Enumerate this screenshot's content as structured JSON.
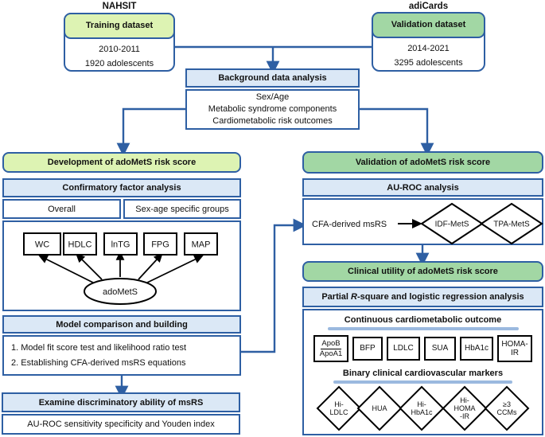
{
  "datasets": {
    "training": {
      "source": "NAHSIT",
      "header": "Training dataset",
      "period": "2010-2011",
      "n": "1920 adolescents"
    },
    "validation": {
      "source": "adiCards",
      "header": "Validation dataset",
      "period": "2014-2021",
      "n": "3295 adolescents"
    }
  },
  "background": {
    "header": "Background data analysis",
    "items": [
      "Sex/Age",
      "Metabolic syndrome components",
      "Cardiometabolic risk outcomes"
    ]
  },
  "development": {
    "section_header": "Development of adoMetS risk score",
    "cfa": {
      "header": "Confirmatory factor analysis",
      "group_overall": "Overall",
      "group_sexage": "Sex-age specific groups",
      "indicators": [
        "WC",
        "HDLC",
        "lnTG",
        "FPG",
        "MAP"
      ],
      "latent": "adoMetS"
    },
    "model": {
      "header": "Model comparison and building",
      "item1": "1. Model fit score test and likelihood ratio test",
      "item2": "2. Establishing CFA-derived msRS equations"
    },
    "examine": {
      "header": "Examine discriminatory ability of msRS",
      "body": "AU-ROC sensitivity specificity and Youden index"
    }
  },
  "validation_col": {
    "section_header": "Validation of adoMetS risk score",
    "auroc": {
      "header": "AU-ROC analysis",
      "input": "CFA-derived msRS",
      "diamond1": "IDF-MetS",
      "diamond2": "TPA-MetS"
    },
    "clinical_header": "Clinical utility of adoMetS risk score",
    "partial": {
      "header_pre": "Partial ",
      "header_italic": "R",
      "header_post": "-square and logistic regression analysis",
      "continuous_title": "Continuous cardiometabolic outcome",
      "fraction": {
        "top": "ApoB",
        "bottom": "ApoA1"
      },
      "boxes": [
        "BFP",
        "LDLC",
        "SUA",
        "HbA1c",
        "HOMA-IR"
      ],
      "binary_title": "Binary clinical cardiovascular markers",
      "diamonds": [
        [
          "Hi-",
          "LDLC"
        ],
        [
          "HUA"
        ],
        [
          "Hi-",
          "HbA1c"
        ],
        [
          "Hi-",
          "HOMA",
          "-IR"
        ],
        [
          "≥3",
          "CCMs"
        ]
      ]
    }
  },
  "colors": {
    "border_blue": "#2e5fa3",
    "pale_green": "#ddf3b3",
    "green": "#a2d7a4",
    "header_blue": "#dbe8f6",
    "underline_blue": "#9bb9df"
  }
}
